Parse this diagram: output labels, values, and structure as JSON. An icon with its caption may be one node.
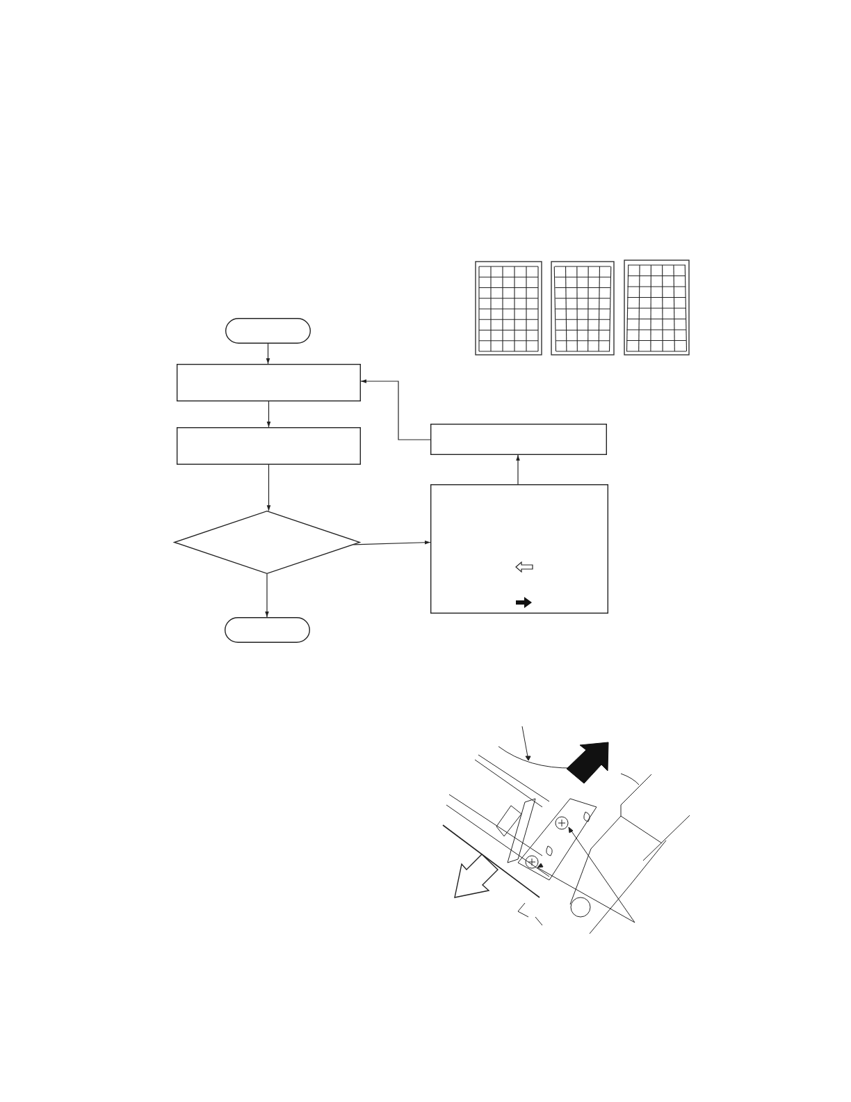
{
  "diagram": {
    "nodes": [
      {
        "text": [],
        "shape": "oval"
      },
      {
        "text": [],
        "shape": "box"
      },
      {
        "text": [],
        "shape": "box"
      },
      {
        "text": [],
        "shape": "diamond"
      },
      {
        "text": [],
        "shape": "oval"
      },
      {
        "text": [],
        "shape": "box"
      },
      {
        "text": [],
        "shape": "box"
      }
    ],
    "edges": [
      {
        "from": 0,
        "to": 1,
        "arrow": "to"
      },
      {
        "from": 1,
        "to": 2,
        "arrow": "to"
      },
      {
        "from": 2,
        "to": 3,
        "arrow": "to"
      },
      {
        "from": 3,
        "to": 6,
        "arrow": "to"
      },
      {
        "from": 6,
        "to": 5,
        "arrow": "to"
      },
      {
        "from": 5,
        "to": 1,
        "arrow": "to"
      },
      {
        "from": 3,
        "to": 4,
        "arrow": "to"
      }
    ]
  }
}
